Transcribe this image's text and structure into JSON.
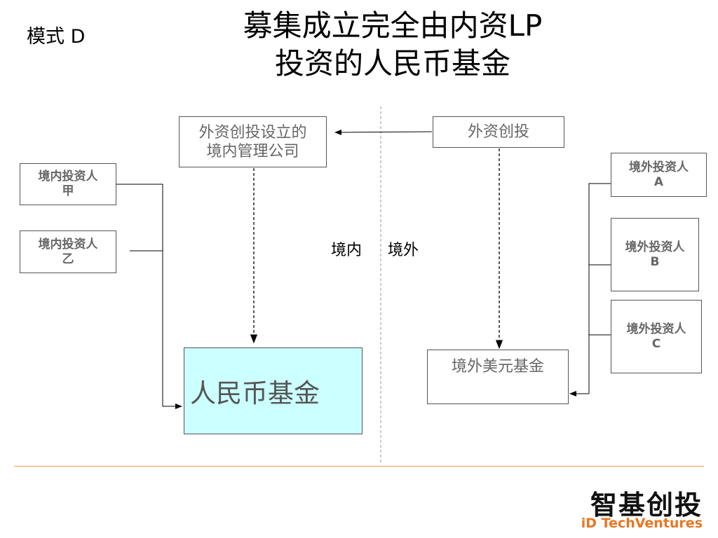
{
  "mode_label": "模式 D",
  "title": {
    "line1": "募集成立完全由内资LP",
    "line2": "投资的人民币基金"
  },
  "boxes": {
    "mgmt_co": {
      "line1": "外资创投设立的",
      "line2": "境内管理公司"
    },
    "vc": "外资创投",
    "dom_a": {
      "line1": "境内投资人",
      "line2": "甲"
    },
    "dom_b": {
      "line1": "境内投资人",
      "line2": "乙"
    },
    "off_a": {
      "line1": "境外投资人",
      "line2": "A"
    },
    "off_b": {
      "line1": "境外投资人",
      "line2": "B"
    },
    "off_c": {
      "line1": "境外投资人",
      "line2": "C"
    },
    "rmb_fund": "人民币基金",
    "usd_fund": "境外美元基金"
  },
  "regions": {
    "domestic": "境内",
    "offshore": "境外"
  },
  "logo": {
    "cn": "智基创投",
    "en": "iD TechVentures"
  }
}
